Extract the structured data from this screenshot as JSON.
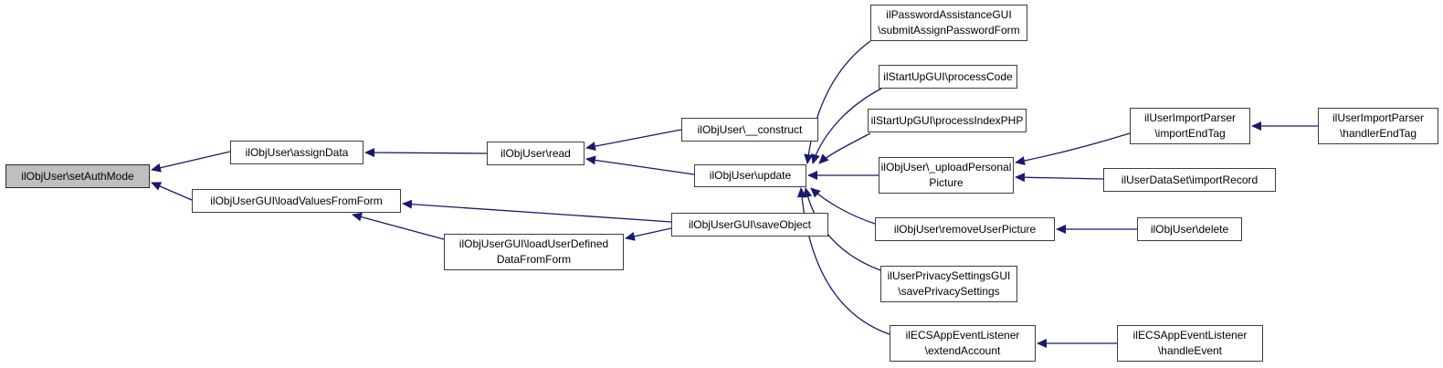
{
  "diagram": {
    "type": "caller-graph",
    "edge_color": "#191970",
    "highlight_fill": "#bfbfbf",
    "box_fill": "#ffffff",
    "box_border": "#3d3d3d",
    "nodes": {
      "setAuthMode": {
        "label": "ilObjUser\\setAuthMode",
        "highlighted": true
      },
      "assignData": {
        "label": "ilObjUser\\assignData",
        "highlighted": false
      },
      "loadValuesFromForm": {
        "label": "ilObjUserGUI\\loadValuesFromForm",
        "highlighted": false
      },
      "read": {
        "label": "ilObjUser\\read",
        "highlighted": false
      },
      "construct": {
        "label": "ilObjUser\\__construct",
        "highlighted": false
      },
      "update": {
        "label": "ilObjUser\\update",
        "highlighted": false
      },
      "saveObject": {
        "label": "ilObjUserGUI\\saveObject",
        "highlighted": false
      },
      "loadUserDefinedDataFromForm": {
        "label": "ilObjUserGUI\\loadUserDefined\nDataFromForm",
        "highlighted": false
      },
      "submitAssignPasswordForm": {
        "label": "ilPasswordAssistanceGUI\n\\submitAssignPasswordForm",
        "highlighted": false
      },
      "processCode": {
        "label": "ilStartUpGUI\\processCode",
        "highlighted": false
      },
      "processIndexPHP": {
        "label": "ilStartUpGUI\\processIndexPHP",
        "highlighted": false
      },
      "uploadPersonalPicture": {
        "label": "ilObjUser\\_uploadPersonal\nPicture",
        "highlighted": false
      },
      "importEndTag": {
        "label": "ilUserImportParser\n\\importEndTag",
        "highlighted": false
      },
      "handlerEndTag": {
        "label": "ilUserImportParser\n\\handlerEndTag",
        "highlighted": false
      },
      "importRecord": {
        "label": "ilUserDataSet\\importRecord",
        "highlighted": false
      },
      "removeUserPicture": {
        "label": "ilObjUser\\removeUserPicture",
        "highlighted": false
      },
      "delete": {
        "label": "ilObjUser\\delete",
        "highlighted": false
      },
      "savePrivacySettings": {
        "label": "ilUserPrivacySettingsGUI\n\\savePrivacySettings",
        "highlighted": false
      },
      "extendAccount": {
        "label": "ilECSAppEventListener\n\\extendAccount",
        "highlighted": false
      },
      "handleEvent": {
        "label": "ilECSAppEventListener\n\\handleEvent",
        "highlighted": false
      }
    },
    "edges": [
      {
        "from": "assignData",
        "to": "setAuthMode"
      },
      {
        "from": "loadValuesFromForm",
        "to": "setAuthMode"
      },
      {
        "from": "read",
        "to": "assignData"
      },
      {
        "from": "construct",
        "to": "read"
      },
      {
        "from": "update",
        "to": "read"
      },
      {
        "from": "submitAssignPasswordForm",
        "to": "update"
      },
      {
        "from": "processCode",
        "to": "update"
      },
      {
        "from": "processIndexPHP",
        "to": "update"
      },
      {
        "from": "uploadPersonalPicture",
        "to": "update"
      },
      {
        "from": "removeUserPicture",
        "to": "update"
      },
      {
        "from": "savePrivacySettings",
        "to": "update"
      },
      {
        "from": "extendAccount",
        "to": "update"
      },
      {
        "from": "importEndTag",
        "to": "uploadPersonalPicture"
      },
      {
        "from": "importRecord",
        "to": "uploadPersonalPicture"
      },
      {
        "from": "handlerEndTag",
        "to": "importEndTag"
      },
      {
        "from": "delete",
        "to": "removeUserPicture"
      },
      {
        "from": "handleEvent",
        "to": "extendAccount"
      },
      {
        "from": "saveObject",
        "to": "loadValuesFromForm"
      },
      {
        "from": "saveObject",
        "to": "loadUserDefinedDataFromForm"
      },
      {
        "from": "loadUserDefinedDataFromForm",
        "to": "loadValuesFromForm"
      }
    ]
  }
}
